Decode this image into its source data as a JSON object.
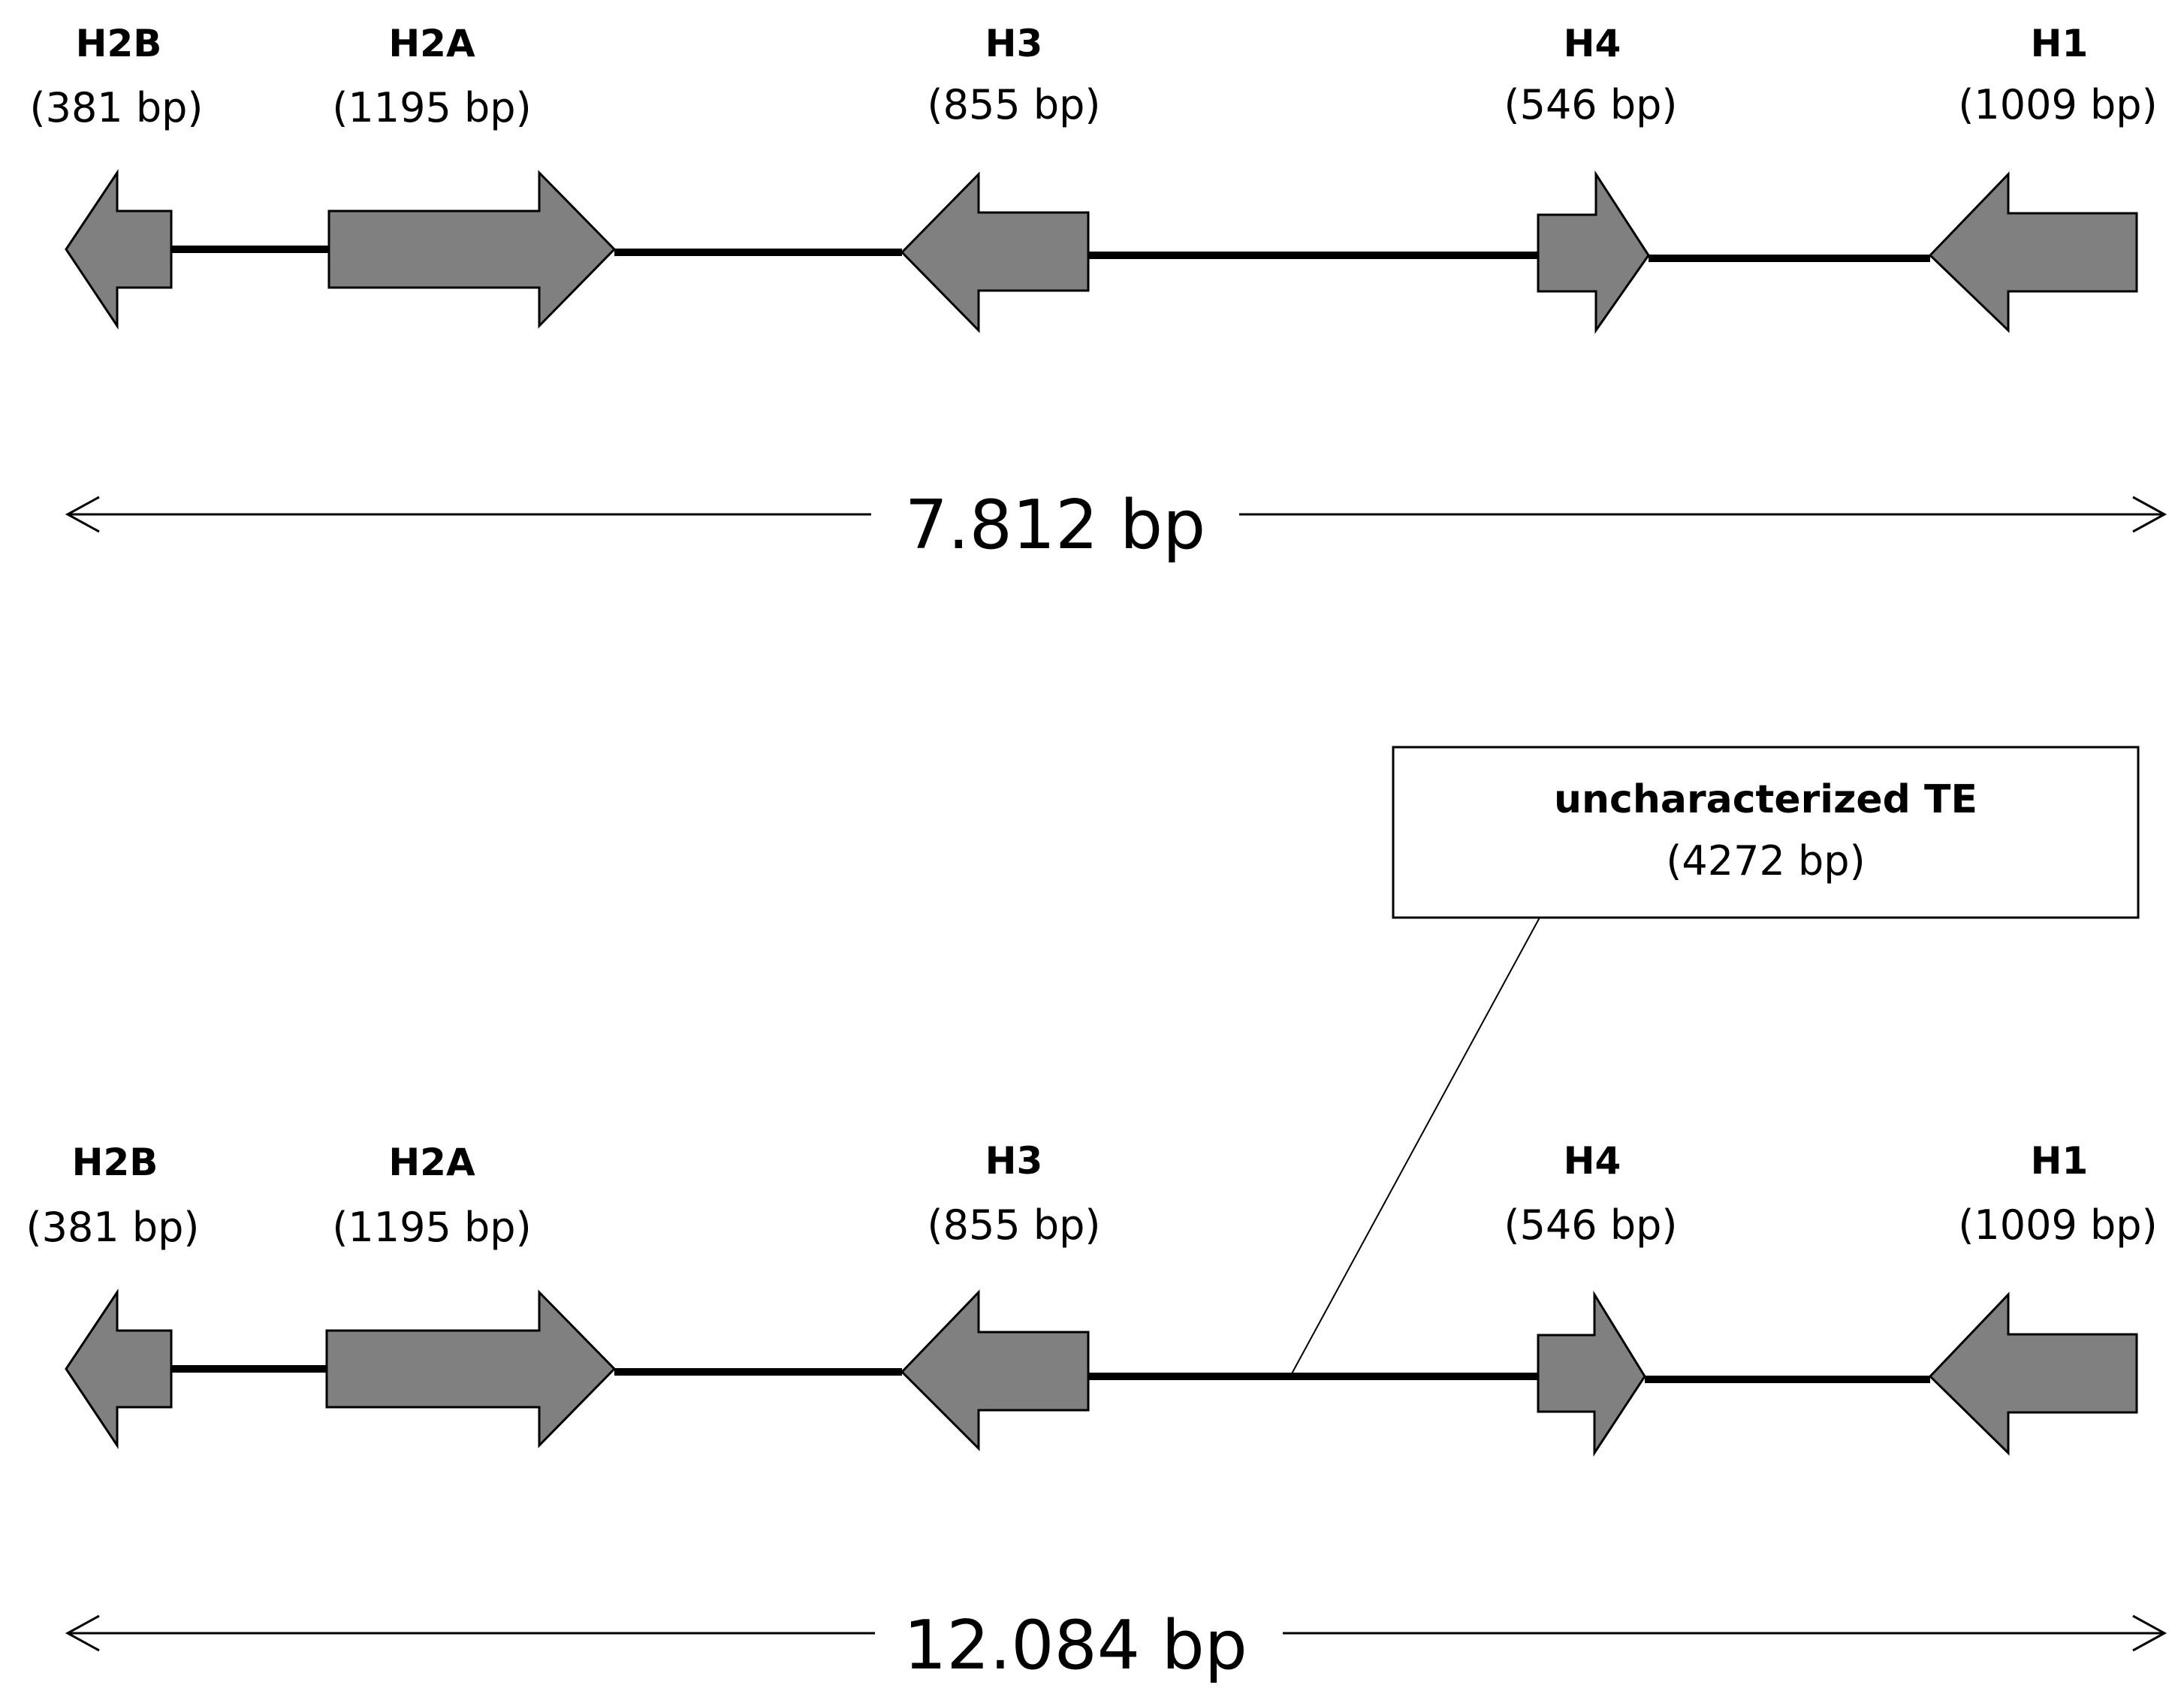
{
  "clusters": [
    {
      "genes": [
        {
          "name": "H2B",
          "size": "(381 bp)",
          "direction": "left"
        },
        {
          "name": "H2A",
          "size": "(1195 bp)",
          "direction": "right"
        },
        {
          "name": "H3",
          "size": "(855 bp)",
          "direction": "left"
        },
        {
          "name": "H4",
          "size": "(546 bp)",
          "direction": "right"
        },
        {
          "name": "H1",
          "size": "(1009 bp)",
          "direction": "left"
        }
      ],
      "total_length": "7.812 bp"
    },
    {
      "genes": [
        {
          "name": "H2B",
          "size": "(381 bp)",
          "direction": "left"
        },
        {
          "name": "H2A",
          "size": "(1195 bp)",
          "direction": "right"
        },
        {
          "name": "H3",
          "size": "(855 bp)",
          "direction": "left"
        },
        {
          "name": "H4",
          "size": "(546 bp)",
          "direction": "right"
        },
        {
          "name": "H1",
          "size": "(1009 bp)",
          "direction": "left"
        }
      ],
      "total_length": "12.084 bp",
      "insertion": {
        "name": "uncharacterized TE",
        "size": "(4272 bp)"
      }
    }
  ],
  "colors": {
    "gene_fill": "#808080",
    "line": "#000000",
    "background": "#ffffff"
  }
}
